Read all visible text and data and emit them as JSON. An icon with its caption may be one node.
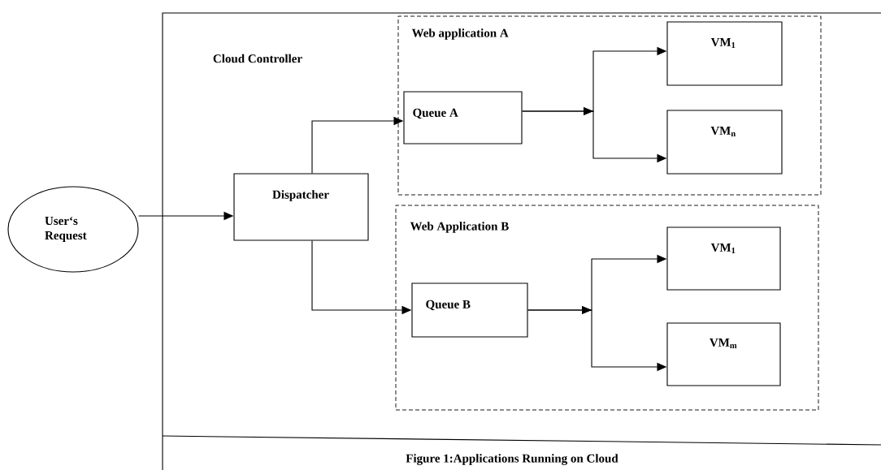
{
  "diagram": {
    "caption": "Figure 1:Applications Running on Cloud",
    "nodes": [
      {
        "text": [
          "User‘s Request"
        ]
      },
      {
        "text": [
          "Cloud Controller"
        ]
      },
      {
        "text": [
          "Web application A"
        ],
        "in": 1
      },
      {
        "text": [
          "Queue A"
        ],
        "in": 2
      },
      {
        "text": [
          "VM$_{1}$"
        ],
        "in": 2
      },
      {
        "text": [
          "VM$_{n}$"
        ],
        "in": 2
      },
      {
        "text": [
          "Dispatcher"
        ],
        "in": 1
      },
      {
        "text": [
          "Web Application B"
        ],
        "in": 1
      },
      {
        "text": [
          "Queue B"
        ],
        "in": 7
      },
      {
        "text": [
          "VM$_{1}$"
        ],
        "in": 7
      },
      {
        "text": [
          "VM$_{m}$"
        ],
        "in": 7
      }
    ],
    "edges": [
      {
        "from": 0,
        "to": 6,
        "arrow": "to"
      },
      {
        "from": 6,
        "to": 3,
        "arrow": "to"
      },
      {
        "from": 6,
        "to": 8,
        "arrow": "to"
      },
      {
        "from": 3,
        "to": 4,
        "arrow": "to"
      },
      {
        "from": 3,
        "to": 5,
        "arrow": "to"
      },
      {
        "from": 8,
        "to": 9,
        "arrow": "to"
      },
      {
        "from": 8,
        "to": 10,
        "arrow": "to"
      }
    ]
  }
}
